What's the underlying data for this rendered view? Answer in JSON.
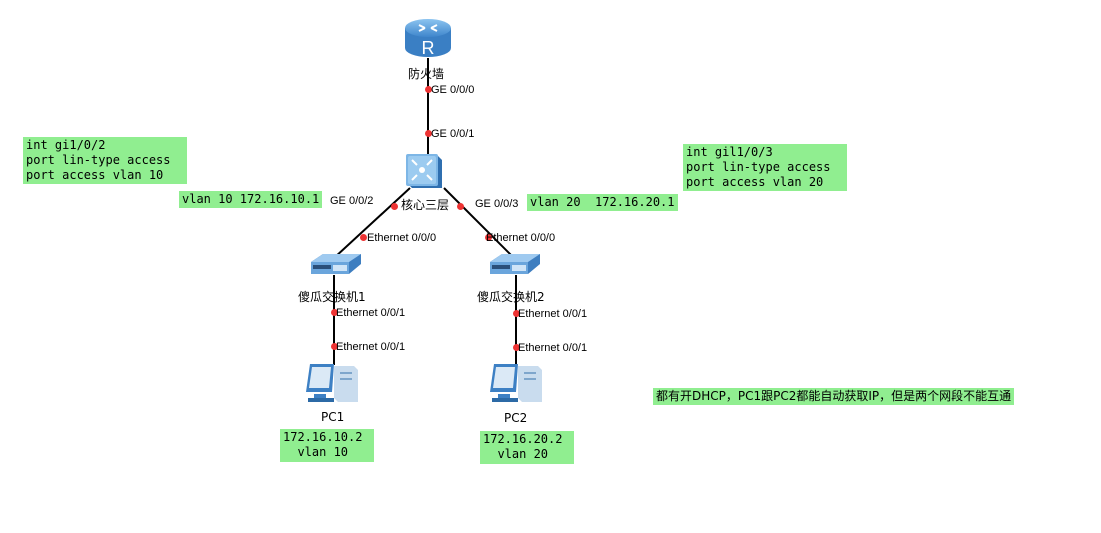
{
  "devices": {
    "firewall": {
      "name": "防火墙",
      "icon": "router-icon"
    },
    "core": {
      "name": "核心三层",
      "icon": "l3-switch-icon"
    },
    "sw1": {
      "name": "傻瓜交换机1",
      "icon": "switch-icon"
    },
    "sw2": {
      "name": "傻瓜交换机2",
      "icon": "switch-icon"
    },
    "pc1": {
      "name": "PC1",
      "icon": "pc-icon"
    },
    "pc2": {
      "name": "PC2",
      "icon": "pc-icon"
    }
  },
  "ports": {
    "fw_ge000": "GE 0/0/0",
    "core_ge001": "GE 0/0/1",
    "core_ge002": "GE 0/0/2",
    "core_ge003": "GE 0/0/3",
    "sw1_eth000": "Ethernet 0/0/0",
    "sw2_eth000": "Ethernet 0/0/0",
    "sw1_eth001": "Ethernet 0/0/1",
    "pc1_eth001": "Ethernet 0/0/1",
    "sw2_eth001": "Ethernet 0/0/1",
    "pc2_eth001": "Ethernet 0/0/1"
  },
  "notes": {
    "left_config": "int gi1/0/2\nport lin-type access\nport access vlan 10",
    "right_config": "int gil1/0/3\nport lin-type access\nport access vlan 20",
    "vlan10_if": "vlan 10 172.16.10.1",
    "vlan20_if": "vlan 20  172.16.20.1",
    "pc1_info": "172.16.10.2\n  vlan 10",
    "pc2_info": "172.16.20.2\n  vlan 20",
    "problem": "都有开DHCP，PC1跟PC2都能自动获取IP，但是两个网段不能互通"
  },
  "colors": {
    "note_bg": "#90ee90",
    "port_dot": "#ee3333",
    "link": "#000000",
    "device_blue": "#5b9bd5"
  }
}
